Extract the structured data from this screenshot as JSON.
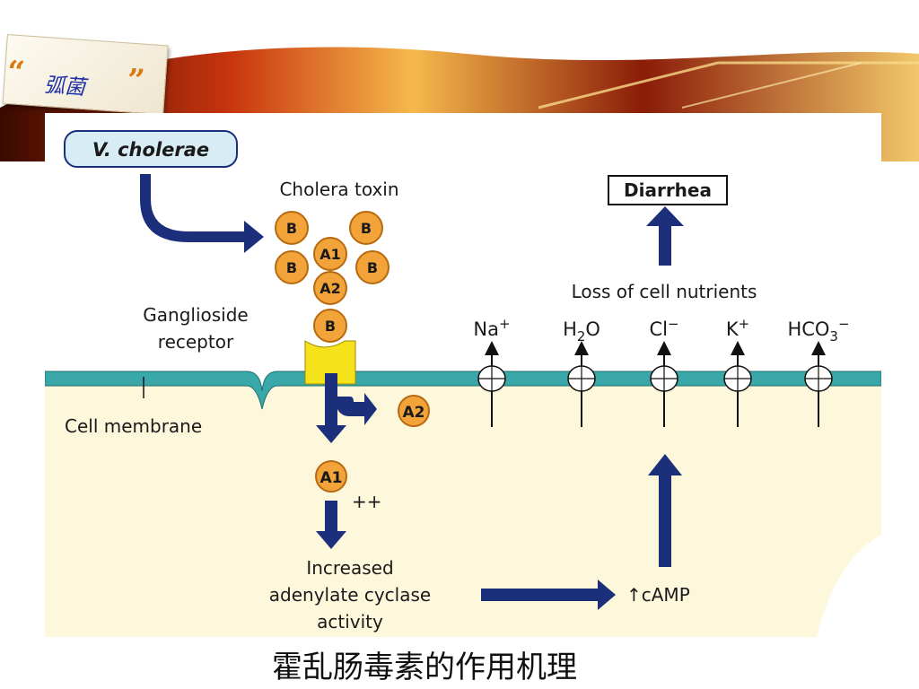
{
  "slide": {
    "tag_title": "弧菌",
    "caption": "霍乱肠毒素的作用机理"
  },
  "diagram": {
    "organism": "V. cholerae",
    "toxin_label": "Cholera toxin",
    "toxin_subunits": [
      "B",
      "B",
      "A1",
      "B",
      "B",
      "A2",
      "B"
    ],
    "receptor_label_line1": "Ganglioside",
    "receptor_label_line2": "receptor",
    "membrane_label": "Cell membrane",
    "released_a2": "A2",
    "released_a1": "A1",
    "activation_mark": "++",
    "enzyme_line1": "Increased",
    "enzyme_line2": "adenylate cyclase",
    "enzyme_line3": "activity",
    "camp_label": "↑cAMP",
    "ions": [
      {
        "base": "Na",
        "sup": "+",
        "sub": ""
      },
      {
        "base": "H",
        "sub": "2",
        "tail": "O"
      },
      {
        "base": "Cl",
        "sup": "−"
      },
      {
        "base": "K",
        "sup": "+"
      },
      {
        "base": "HCO",
        "sub": "3",
        "sup": "−"
      }
    ],
    "loss_label": "Loss of cell nutrients",
    "outcome_label": "Diarrhea"
  },
  "colors": {
    "arrow": "#1b2f7a",
    "subunit_fill": "#f2a33a",
    "subunit_stroke": "#b86a10",
    "membrane": "#3aa8a8",
    "cytoplasm": "#fdf7dc",
    "receptor": "#f5e21b",
    "organism_box": "#d7ecf5"
  }
}
